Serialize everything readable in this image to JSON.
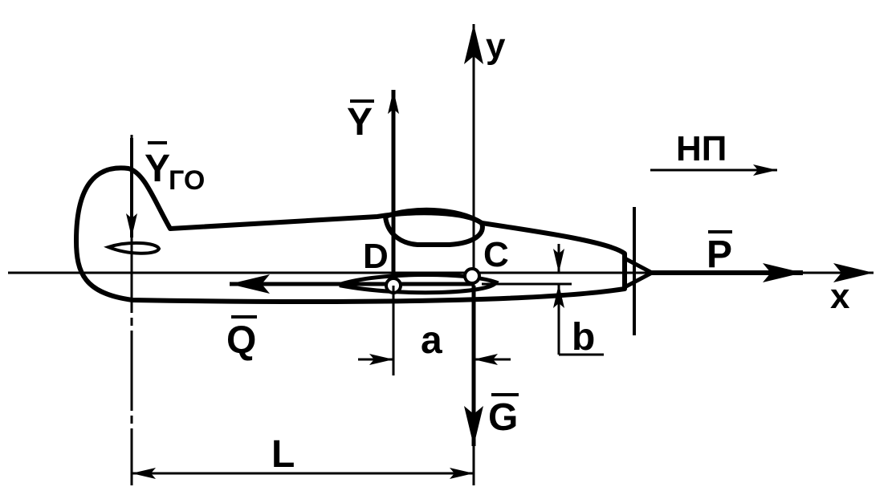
{
  "labels": {
    "y_axis": "y",
    "x_axis": "x",
    "lift": "Y",
    "tail_lift": "Y",
    "tail_lift_sub": "ГО",
    "flight_direction": "НП",
    "thrust": "P",
    "drag": "Q",
    "weight": "G",
    "point_d": "D",
    "point_c": "C",
    "dim_a": "a",
    "dim_b": "b",
    "dim_l": "L"
  },
  "colors": {
    "ink": "#000000",
    "background": "#ffffff"
  }
}
